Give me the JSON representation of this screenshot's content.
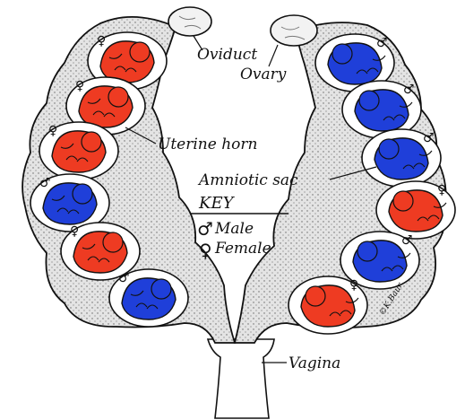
{
  "labels": {
    "oviduct": "Oviduct",
    "ovary": "Ovary",
    "uterine_horn": "Uterine horn",
    "amniotic_sac": "Amniotic sac",
    "vagina": "Vagina"
  },
  "key": {
    "title": "KEY",
    "male": "Male",
    "female": "Female",
    "male_symbol": "♂",
    "female_symbol": "♀"
  },
  "signature": "©K.Baur",
  "colors": {
    "male": "#1f3fd9",
    "female": "#ee3b22",
    "tissue": "#d9d9d9",
    "outline": "#111111"
  },
  "fetuses": [
    {
      "horn": "left",
      "sex": "female"
    },
    {
      "horn": "left",
      "sex": "female"
    },
    {
      "horn": "left",
      "sex": "female"
    },
    {
      "horn": "left",
      "sex": "male"
    },
    {
      "horn": "left",
      "sex": "female"
    },
    {
      "horn": "left",
      "sex": "male"
    },
    {
      "horn": "right",
      "sex": "male"
    },
    {
      "horn": "right",
      "sex": "male"
    },
    {
      "horn": "right",
      "sex": "male"
    },
    {
      "horn": "right",
      "sex": "female"
    },
    {
      "horn": "right",
      "sex": "male"
    },
    {
      "horn": "right",
      "sex": "female"
    }
  ]
}
